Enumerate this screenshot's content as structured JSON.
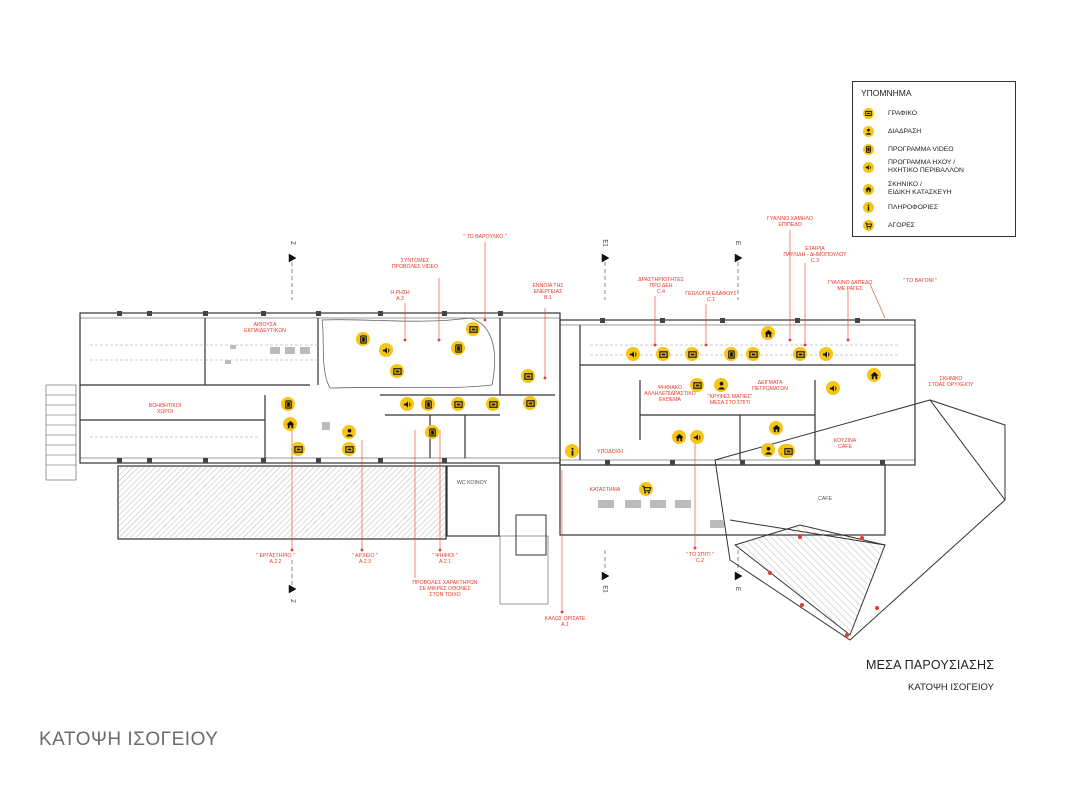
{
  "legend": {
    "title": "ΥΠΟΜΝΗΜΑ",
    "items": [
      {
        "icon": "graphic-icon",
        "label": "ΓΡΑΦΙΚΟ"
      },
      {
        "icon": "person-icon",
        "label": "ΔΙΑΔΡΑΣΗ"
      },
      {
        "icon": "video-icon",
        "label": "ΠΡΟΓΡΑΜΜΑ  VIDEO"
      },
      {
        "icon": "speaker-icon",
        "label": "ΠΡΟΓΡΑΜΜΑ ΗΧΟΥ /\nΗΧΗΤΙΚΟ ΠΕΡΙΒΑΛΛΟΝ"
      },
      {
        "icon": "house-icon",
        "label": "ΣΚΗΝΙΚΟ /\nΕΙΔΙΚΗ ΚΑΤΑΣΚΕΥΗ"
      },
      {
        "icon": "info-icon",
        "label": "ΠΛΗΡΟΦΟΡΙΕΣ"
      },
      {
        "icon": "cart-icon",
        "label": "ΑΓΟΡΕΣ"
      }
    ]
  },
  "title": {
    "main": "ΜΕΣΑ ΠΑΡΟΥΣΙΑΣΗΣ",
    "sub": "ΚΑΤΟΨΗ ΙΣΟΓΕΙΟΥ"
  },
  "footer": "ΚΑΤΟΨΗ ΙΣΟΓΕΙΟΥ",
  "colors": {
    "accent": "#e8392a",
    "icon_fill": "#f5c518",
    "line": "#333333"
  },
  "sections": [
    "Ζ",
    "Ε1",
    "Ε",
    "Ζ",
    "Ε1",
    "Ε"
  ],
  "labels": {
    "l1": "\" ΤΟ ΒΑΡΟΥΛΚΟ \"",
    "l2": "ΣΥΝΤΟΜΕΣ\nΠΡΟΒΟΛΕΣ VIDEO",
    "l3": "Η ΡΗΣΗ\nA.3",
    "l4": "ΕΝΝΟΙΑ ΤΗΣ\nΕΝΕΡΓΕΙΑΣ\nB.1",
    "l5": "ΔΡΑΣΤΗΡΙΟΤΗΤΕΣ\nΠΡΟ ΔΕΗ\nC.4",
    "l6": "ΓΕΩΛΟΓΙΑ ΕΔΑΦΟΥΣ\nC.1",
    "l7": "ΓΥΑΛΙΝΟ ΧΑΜΗΛΟ\nΕΠΙΠΕΔΟ",
    "l8": "ΕΤΑΙΡΙΑ\nΠΑΥΛΙΔΗ - ΔΗΜΟΠΟΥΛΟΥ\nC.3",
    "l9": "ΓΥΑΛΙΝΟ ΔΑΠΕΔΟ\nΜΕ ΡΑΓΕΣ",
    "l10": "\" ΤΟ ΒΑΓΟΝΙ \"",
    "l11": "ΣΚΗΝΙΚΟ\nΣΤΟΑΣ ΟΡΥΧΕΙΟΥ",
    "l12": "ΨΗΦΙΑΚΟ\nΑΛΛΗΛΕΠΙΔΡΑΣΤΙΚΟ\nΕΚΘΕΜΑ",
    "l13": "\"ΚΡΥΦΕΣ ΜΑΤΙΕΣ\"\nΜΕΣΑ ΣΤΟ ΣΠΙΤΙ",
    "l14": "ΔΕΙΓΜΑΤΑ\nΠΕΤΡΩΜΑΤΩΝ",
    "l15": "ΑΙΘΟΥΣΑ\nΕΚΠΑΙΔΕΥΤΙΚΩΝ",
    "l16": "ΒΟΗΘΗΤΙΚΟΙ\nΧΩΡΟΙ",
    "l17": "WC ΚΟΙΝΟΥ",
    "l18": "ΥΠΟΔΟΧΗ",
    "l19": "ΚΑΤΑΣΤΗΜΑ",
    "l20": "ΚΟΥΖΙΝΑ\nCAFE",
    "l21": "CAFE",
    "l22": "\" ΕΡΓΑΣΤΗΡΙΟ \"\nA.2.2",
    "l23": "\" ΑΡΧΕΙΟ \"\nA.2.3",
    "l24": "\" ΨΗΦΙΟΙ \"\nA.2.1",
    "l25": "ΠΡΟΒΟΛΕΣ ΧΑΡΑΚΤΗΡΩΝ\nΣΕ ΜΙΚΡΕΣ ΟΘΟΝΕΣ\nΣΤΟΝ ΤΟΙΧΟ",
    "l26": "\" ΤΟ ΣΠΙΤΙ \"\nC.2",
    "l27": "ΚΑΛΩΣ ΟΡΙΣΑΤΕ\nA.1"
  },
  "markers": [
    {
      "type": "video"
    },
    {
      "type": "speaker"
    },
    {
      "type": "graphic"
    },
    {
      "type": "video"
    },
    {
      "type": "graphic"
    },
    {
      "type": "speaker"
    },
    {
      "type": "video"
    },
    {
      "type": "graphic"
    },
    {
      "type": "graphic"
    },
    {
      "type": "graphic"
    },
    {
      "type": "graphic"
    },
    {
      "type": "video"
    },
    {
      "type": "house"
    },
    {
      "type": "graphic"
    },
    {
      "type": "person"
    },
    {
      "type": "graphic"
    },
    {
      "type": "video"
    },
    {
      "type": "speaker"
    },
    {
      "type": "info"
    },
    {
      "type": "speaker"
    },
    {
      "type": "graphic"
    },
    {
      "type": "graphic"
    },
    {
      "type": "video"
    },
    {
      "type": "graphic"
    },
    {
      "type": "graphic"
    },
    {
      "type": "speaker"
    },
    {
      "type": "house"
    },
    {
      "type": "graphic"
    },
    {
      "type": "person"
    },
    {
      "type": "house"
    },
    {
      "type": "speaker"
    },
    {
      "type": "house"
    },
    {
      "type": "graphic"
    },
    {
      "type": "house"
    },
    {
      "type": "person"
    },
    {
      "type": "graphic"
    },
    {
      "type": "cart"
    }
  ]
}
